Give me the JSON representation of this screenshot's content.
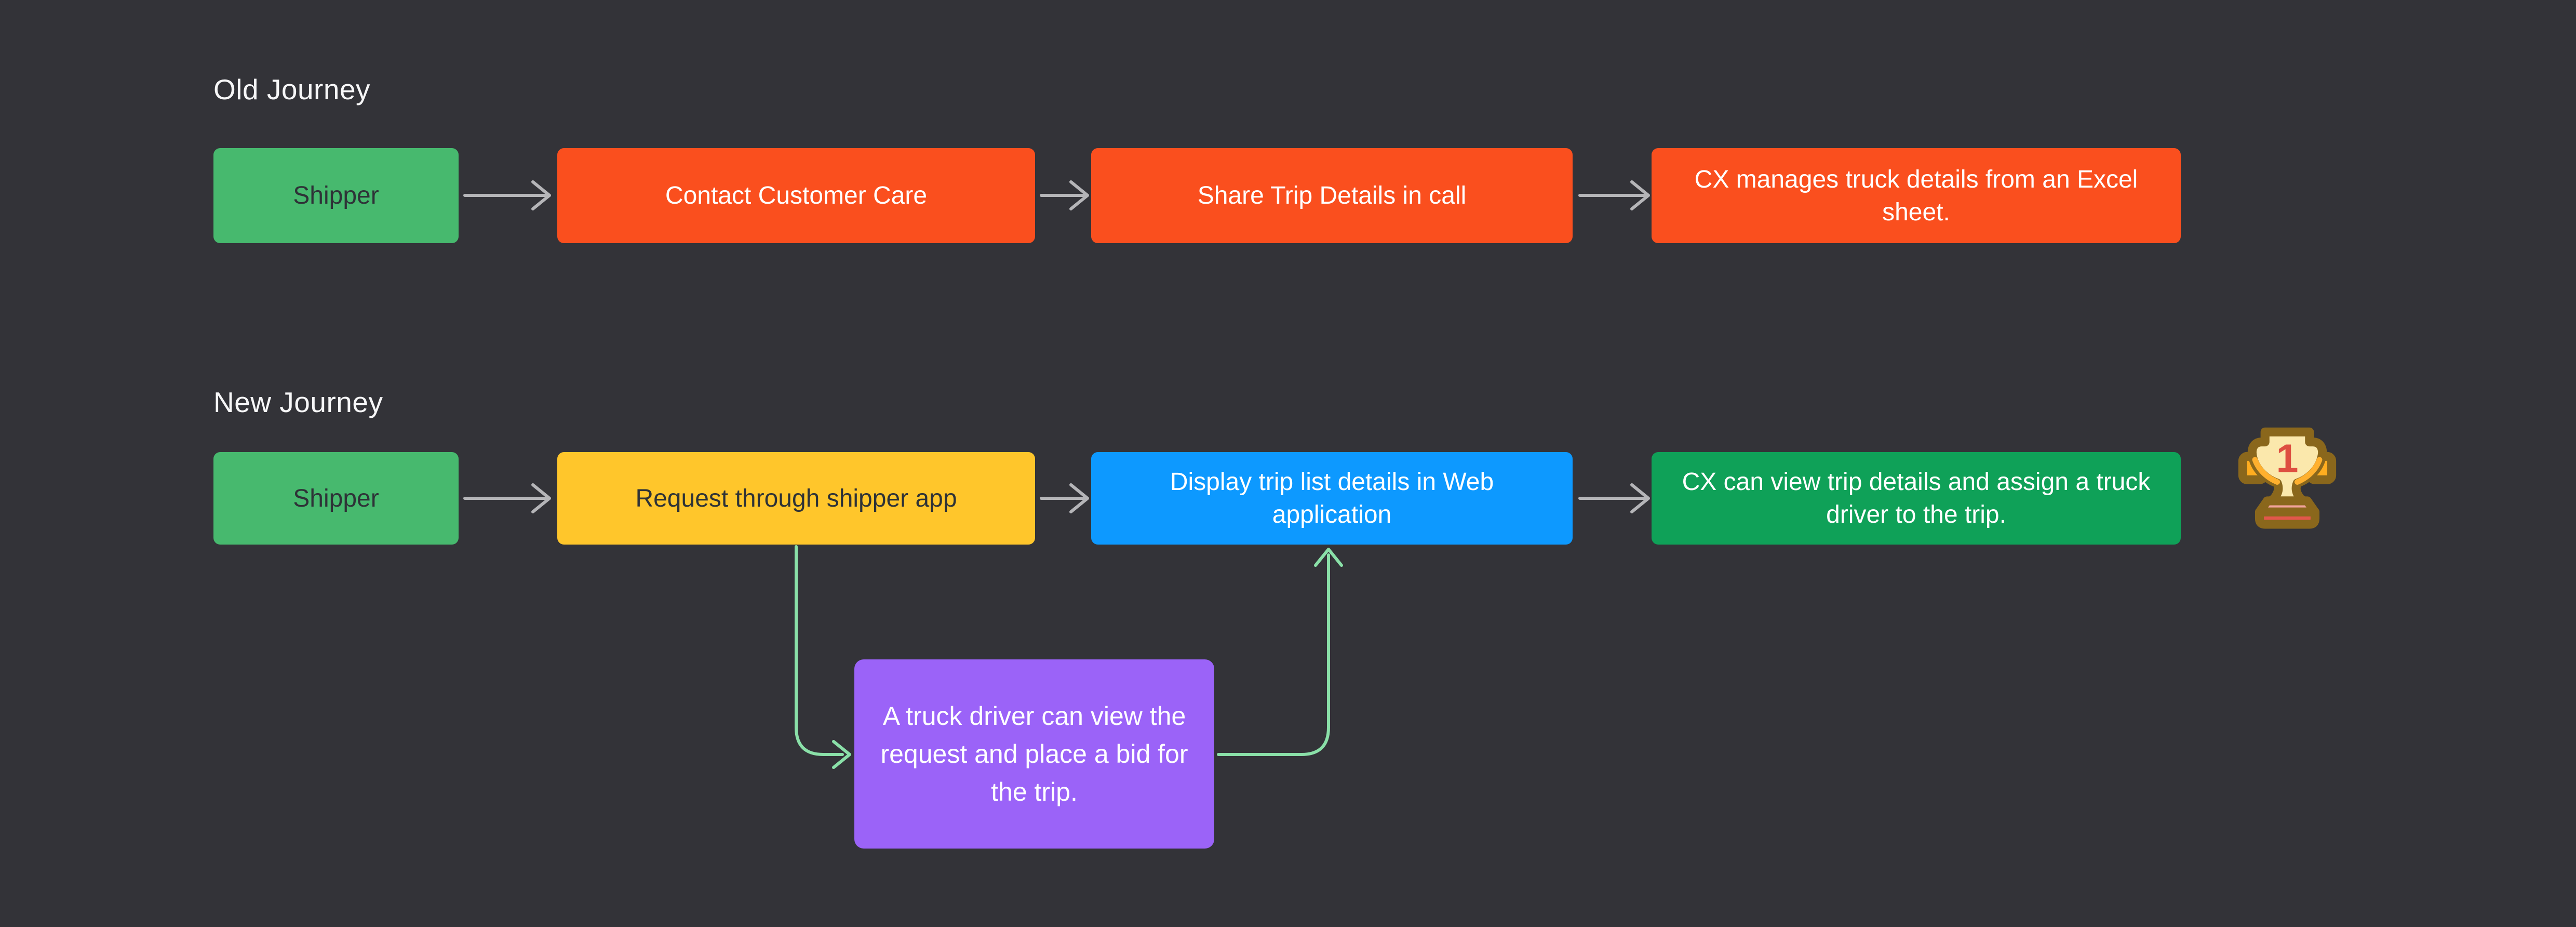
{
  "canvas": {
    "background_color": "#333338"
  },
  "old_journey": {
    "title": "Old Journey",
    "steps": [
      {
        "label": "Shipper",
        "color": "#47B96E",
        "text_color": "#2E3237"
      },
      {
        "label": "Contact Customer Care",
        "color": "#FA4F1E",
        "text_color": "#FFFFFF"
      },
      {
        "label": "Share Trip Details in call",
        "color": "#FA4F1E",
        "text_color": "#FFFFFF"
      },
      {
        "label": "CX manages truck details from an Excel sheet.",
        "color": "#FA4F1E",
        "text_color": "#FFFFFF"
      }
    ]
  },
  "new_journey": {
    "title": "New Journey",
    "steps": [
      {
        "label": "Shipper",
        "color": "#47B96E",
        "text_color": "#2E3237"
      },
      {
        "label": "Request through shipper app",
        "color": "#FFC62B",
        "text_color": "#2E3237"
      },
      {
        "label": "Display trip list details in Web application",
        "color": "#0D99FF",
        "text_color": "#FFFFFF"
      },
      {
        "label": "CX can view trip details and assign a truck driver to the trip.",
        "color": "#0FA158",
        "text_color": "#FFFFFF"
      }
    ],
    "branch_note": {
      "label": "A truck driver can view the request and place a bid for the trip.",
      "color": "#9B63F8",
      "text_color": "#FFFFFF"
    },
    "reward_icon": "first-place-trophy",
    "reward_icon_number": "1"
  },
  "connectors": {
    "flow_arrow_color": "#B5B5B8",
    "branch_arrow_color": "#8AE0A8"
  }
}
